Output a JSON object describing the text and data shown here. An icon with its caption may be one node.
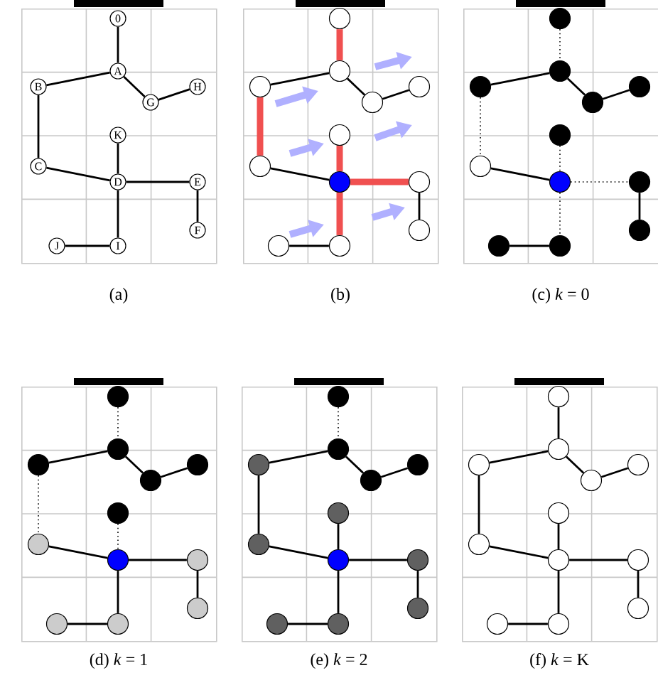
{
  "diagram": {
    "nodes": [
      {
        "text": [
          "(a)"
        ]
      },
      {
        "text": [
          "0"
        ],
        "in": 0
      },
      {
        "text": [
          "A"
        ],
        "in": 0
      },
      {
        "text": [
          "B"
        ],
        "in": 0
      },
      {
        "text": [
          "G"
        ],
        "in": 0
      },
      {
        "text": [
          "H"
        ],
        "in": 0
      },
      {
        "text": [
          "K"
        ],
        "in": 0
      },
      {
        "text": [
          "C"
        ],
        "in": 0
      },
      {
        "text": [
          "D"
        ],
        "in": 0
      },
      {
        "text": [
          "E"
        ],
        "in": 0
      },
      {
        "text": [
          "F"
        ],
        "in": 0
      },
      {
        "text": [
          "J"
        ],
        "in": 0
      },
      {
        "text": [
          "I"
        ],
        "in": 0
      },
      {
        "text": [
          "(b)"
        ]
      },
      {
        "text": [],
        "shape": "circle",
        "in": 13
      },
      {
        "text": [],
        "shape": "circle",
        "in": 13
      },
      {
        "text": [],
        "shape": "circle",
        "in": 13
      },
      {
        "text": [],
        "shape": "circle",
        "in": 13
      },
      {
        "text": [],
        "shape": "circle",
        "in": 13
      },
      {
        "text": [],
        "shape": "circle",
        "in": 13
      },
      {
        "text": [],
        "shape": "circle",
        "in": 13
      },
      {
        "text": [],
        "shape": "circle",
        "in": 13
      },
      {
        "text": [],
        "shape": "circle",
        "in": 13
      },
      {
        "text": [],
        "shape": "circle",
        "in": 13
      },
      {
        "text": [],
        "shape": "circle",
        "in": 13
      },
      {
        "text": [],
        "shape": "circle",
        "in": 13
      },
      {
        "text": [
          "(c) *k* = 0"
        ]
      },
      {
        "text": [],
        "shape": "circle",
        "in": 26
      },
      {
        "text": [],
        "shape": "circle",
        "in": 26
      },
      {
        "text": [],
        "shape": "circle",
        "in": 26
      },
      {
        "text": [],
        "shape": "circle",
        "in": 26
      },
      {
        "text": [],
        "shape": "circle",
        "in": 26
      },
      {
        "text": [],
        "shape": "circle",
        "in": 26
      },
      {
        "text": [],
        "shape": "circle",
        "in": 26
      },
      {
        "text": [],
        "shape": "circle",
        "in": 26
      },
      {
        "text": [],
        "shape": "circle",
        "in": 26
      },
      {
        "text": [],
        "shape": "circle",
        "in": 26
      },
      {
        "text": [],
        "shape": "circle",
        "in": 26
      },
      {
        "text": [],
        "shape": "circle",
        "in": 26
      },
      {
        "text": [
          "(d) *k* = 1"
        ]
      },
      {
        "text": [],
        "shape": "circle",
        "in": 39
      },
      {
        "text": [],
        "shape": "circle",
        "in": 39
      },
      {
        "text": [],
        "shape": "circle",
        "in": 39
      },
      {
        "text": [],
        "shape": "circle",
        "in": 39
      },
      {
        "text": [],
        "shape": "circle",
        "in": 39
      },
      {
        "text": [],
        "shape": "circle",
        "in": 39
      },
      {
        "text": [],
        "shape": "circle",
        "in": 39
      },
      {
        "text": [],
        "shape": "circle",
        "in": 39
      },
      {
        "text": [],
        "shape": "circle",
        "in": 39
      },
      {
        "text": [],
        "shape": "circle",
        "in": 39
      },
      {
        "text": [],
        "shape": "circle",
        "in": 39
      },
      {
        "text": [],
        "shape": "circle",
        "in": 39
      },
      {
        "text": [
          "(e) *k* = 2"
        ]
      },
      {
        "text": [],
        "shape": "circle",
        "in": 52
      },
      {
        "text": [],
        "shape": "circle",
        "in": 52
      },
      {
        "text": [],
        "shape": "circle",
        "in": 52
      },
      {
        "text": [],
        "shape": "circle",
        "in": 52
      },
      {
        "text": [],
        "shape": "circle",
        "in": 52
      },
      {
        "text": [],
        "shape": "circle",
        "in": 52
      },
      {
        "text": [],
        "shape": "circle",
        "in": 52
      },
      {
        "text": [],
        "shape": "circle",
        "in": 52
      },
      {
        "text": [],
        "shape": "circle",
        "in": 52
      },
      {
        "text": [],
        "shape": "circle",
        "in": 52
      },
      {
        "text": [],
        "shape": "circle",
        "in": 52
      },
      {
        "text": [],
        "shape": "circle",
        "in": 52
      },
      {
        "text": [
          "(f) *k* = K"
        ]
      },
      {
        "text": [],
        "shape": "circle",
        "in": 65
      },
      {
        "text": [],
        "shape": "circle",
        "in": 65
      },
      {
        "text": [],
        "shape": "circle",
        "in": 65
      },
      {
        "text": [],
        "shape": "circle",
        "in": 65
      },
      {
        "text": [],
        "shape": "circle",
        "in": 65
      },
      {
        "text": [],
        "shape": "circle",
        "in": 65
      },
      {
        "text": [],
        "shape": "circle",
        "in": 65
      },
      {
        "text": [],
        "shape": "circle",
        "in": 65
      },
      {
        "text": [],
        "shape": "circle",
        "in": 65
      },
      {
        "text": [],
        "shape": "circle",
        "in": 65
      },
      {
        "text": [],
        "shape": "circle",
        "in": 65
      },
      {
        "text": [],
        "shape": "circle",
        "in": 65
      }
    ],
    "edges": [
      {
        "from": 1,
        "to": 2,
        "arrow": "none"
      },
      {
        "from": 2,
        "to": 3,
        "arrow": "none"
      },
      {
        "from": 2,
        "to": 4,
        "arrow": "none"
      },
      {
        "from": 4,
        "to": 5,
        "arrow": "none"
      },
      {
        "from": 3,
        "to": 7,
        "arrow": "none"
      },
      {
        "from": 6,
        "to": 8,
        "arrow": "none"
      },
      {
        "from": 7,
        "to": 8,
        "arrow": "none"
      },
      {
        "from": 8,
        "to": 9,
        "arrow": "none"
      },
      {
        "from": 9,
        "to": 10,
        "arrow": "none"
      },
      {
        "from": 8,
        "to": 12,
        "arrow": "none"
      },
      {
        "from": 11,
        "to": 12,
        "arrow": "none"
      },
      {
        "from": 14,
        "to": 15,
        "arrow": "none",
        "style": "thick",
        "color": "#f05050"
      },
      {
        "from": 15,
        "to": 16,
        "arrow": "none"
      },
      {
        "from": 15,
        "to": 17,
        "arrow": "none"
      },
      {
        "from": 17,
        "to": 18,
        "arrow": "none"
      },
      {
        "from": 16,
        "to": 20,
        "arrow": "none",
        "style": "thick",
        "color": "#f05050"
      },
      {
        "from": 19,
        "to": 21,
        "arrow": "none",
        "style": "thick",
        "color": "#f05050"
      },
      {
        "from": 20,
        "to": 21,
        "arrow": "none"
      },
      {
        "from": 21,
        "to": 22,
        "arrow": "none",
        "style": "thick",
        "color": "#f05050"
      },
      {
        "from": 22,
        "to": 23,
        "arrow": "none"
      },
      {
        "from": 21,
        "to": 25,
        "arrow": "none",
        "style": "thick",
        "color": "#f05050"
      },
      {
        "from": 24,
        "to": 25,
        "arrow": "none"
      },
      {
        "from": 27,
        "to": 28,
        "arrow": "none",
        "style": "dashed"
      },
      {
        "from": 28,
        "to": 29,
        "arrow": "none"
      },
      {
        "from": 28,
        "to": 30,
        "arrow": "none"
      },
      {
        "from": 30,
        "to": 31,
        "arrow": "none"
      },
      {
        "from": 29,
        "to": 33,
        "arrow": "none",
        "style": "dashed"
      },
      {
        "from": 32,
        "to": 34,
        "arrow": "none",
        "style": "dashed"
      },
      {
        "from": 33,
        "to": 34,
        "arrow": "none"
      },
      {
        "from": 34,
        "to": 35,
        "arrow": "none",
        "style": "dashed"
      },
      {
        "from": 35,
        "to": 36,
        "arrow": "none"
      },
      {
        "from": 34,
        "to": 38,
        "arrow": "none",
        "style": "dashed"
      },
      {
        "from": 37,
        "to": 38,
        "arrow": "none"
      },
      {
        "from": 40,
        "to": 41,
        "arrow": "none",
        "style": "dashed"
      },
      {
        "from": 41,
        "to": 42,
        "arrow": "none"
      },
      {
        "from": 41,
        "to": 43,
        "arrow": "none"
      },
      {
        "from": 43,
        "to": 44,
        "arrow": "none"
      },
      {
        "from": 42,
        "to": 46,
        "arrow": "none",
        "style": "dashed"
      },
      {
        "from": 45,
        "to": 47,
        "arrow": "none",
        "style": "dashed"
      },
      {
        "from": 46,
        "to": 47,
        "arrow": "none"
      },
      {
        "from": 47,
        "to": 48,
        "arrow": "none"
      },
      {
        "from": 48,
        "to": 49,
        "arrow": "none"
      },
      {
        "from": 47,
        "to": 51,
        "arrow": "none"
      },
      {
        "from": 50,
        "to": 51,
        "arrow": "none"
      },
      {
        "from": 53,
        "to": 54,
        "arrow": "none",
        "style": "dashed"
      },
      {
        "from": 54,
        "to": 55,
        "arrow": "none"
      },
      {
        "from": 54,
        "to": 56,
        "arrow": "none"
      },
      {
        "from": 56,
        "to": 57,
        "arrow": "none"
      },
      {
        "from": 55,
        "to": 59,
        "arrow": "none"
      },
      {
        "from": 58,
        "to": 60,
        "arrow": "none"
      },
      {
        "from": 59,
        "to": 60,
        "arrow": "none"
      },
      {
        "from": 60,
        "to": 61,
        "arrow": "none"
      },
      {
        "from": 61,
        "to": 62,
        "arrow": "none"
      },
      {
        "from": 60,
        "to": 64,
        "arrow": "none"
      },
      {
        "from": 63,
        "to": 64,
        "arrow": "none"
      },
      {
        "from": 66,
        "to": 67,
        "arrow": "none"
      },
      {
        "from": 67,
        "to": 68,
        "arrow": "none"
      },
      {
        "from": 67,
        "to": 69,
        "arrow": "none"
      },
      {
        "from": 69,
        "to": 70,
        "arrow": "none"
      },
      {
        "from": 68,
        "to": 72,
        "arrow": "none"
      },
      {
        "from": 71,
        "to": 73,
        "arrow": "none"
      },
      {
        "from": 72,
        "to": 73,
        "arrow": "none"
      },
      {
        "from": 73,
        "to": 74,
        "arrow": "none"
      },
      {
        "from": 74,
        "to": 75,
        "arrow": "none"
      },
      {
        "from": 73,
        "to": 77,
        "arrow": "none"
      },
      {
        "from": 76,
        "to": 77,
        "arrow": "none"
      }
    ]
  }
}
